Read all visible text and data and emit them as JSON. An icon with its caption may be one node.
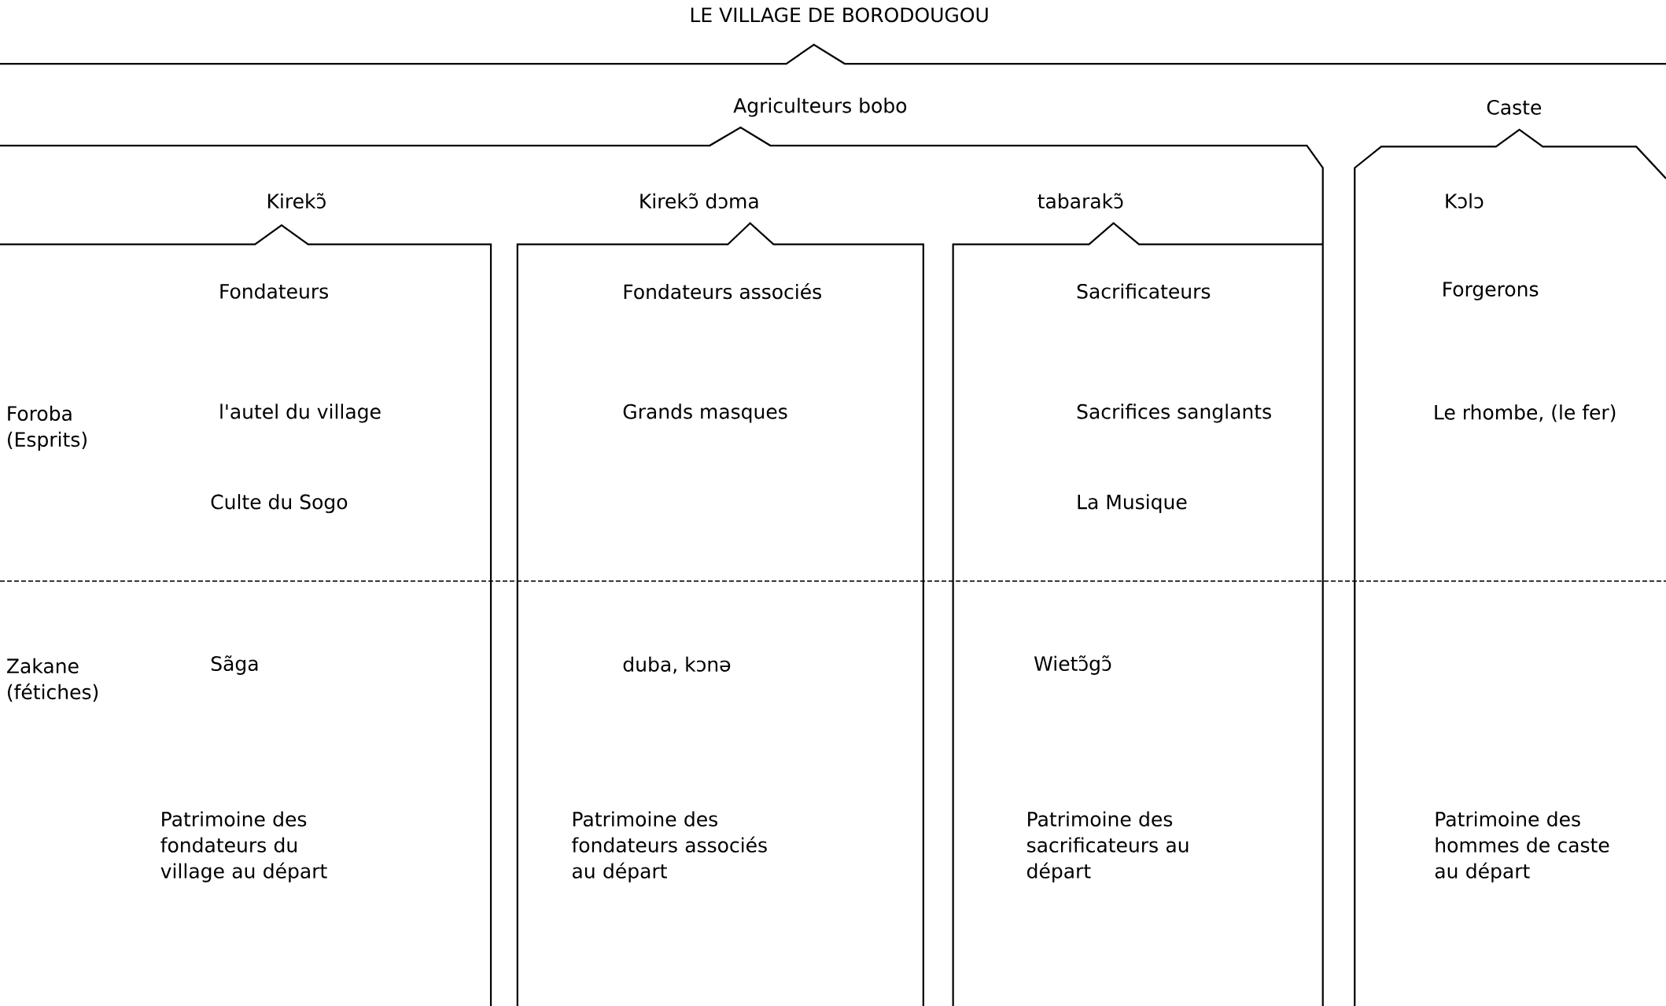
{
  "diagram": {
    "title": "LE VILLAGE DE BORODOUGOU",
    "nodes": [
      {
        "text": [
          "Agriculteurs bobo"
        ]
      },
      {
        "text": [
          "Caste"
        ]
      },
      {
        "text": [
          "Kirekɔ̃",
          "Fondateurs",
          "l'autel du village",
          "Culte du Sogo",
          "Sãga",
          "Patrimoine des fondateurs du village au départ"
        ],
        "in": 0
      },
      {
        "text": [
          "Kirekɔ̃ dɔma",
          "Fondateurs associés",
          "Grands masques",
          "duba, kɔnə",
          "Patrimoine des fondateurs associés au départ"
        ],
        "in": 0
      },
      {
        "text": [
          "tabarakɔ̃",
          "Sacrificateurs",
          "Sacrifices sanglants",
          "La Musique",
          "Wietɔ̃gɔ̃",
          "Patrimoine des sacrificateurs au départ"
        ],
        "in": 0
      },
      {
        "text": [
          "Kɔlɔ",
          "Forgerons",
          "Le rhombe, (le fer)",
          "Patrimoine des hommes de caste au départ"
        ],
        "in": 1
      }
    ],
    "labels": [
      "Foroba (Esprits)",
      "Zakane (fétiches)"
    ]
  }
}
